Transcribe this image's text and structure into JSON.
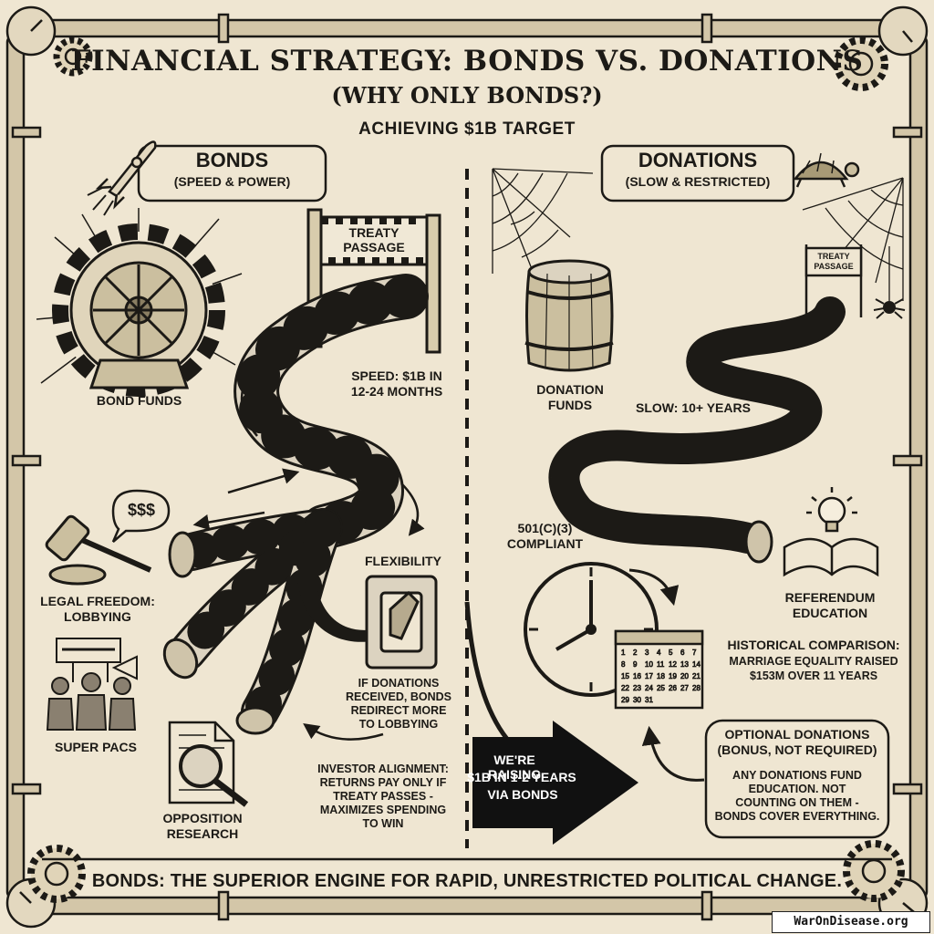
{
  "header": {
    "title": "FINANCIAL STRATEGY: BONDS VS. DONATIONS",
    "subtitle": "(WHY ONLY BONDS?)",
    "target": "ACHIEVING $1B TARGET"
  },
  "bonds": {
    "heading": "BONDS",
    "subheading": "(SPEED & POWER)",
    "treaty_sign": [
      "TREATY",
      "PASSAGE"
    ],
    "fund_label": "BOND FUNDS",
    "speed": [
      "SPEED: $1B IN",
      "12-24 MONTHS"
    ],
    "dollar_bubble": "$$$",
    "legal": [
      "LEGAL FREEDOM:",
      "LOBBYING"
    ],
    "flexibility": "FLEXIBILITY",
    "redirect": [
      "IF DONATIONS",
      "RECEIVED, BONDS",
      "REDIRECT MORE",
      "TO LOBBYING"
    ],
    "super_pacs": "SUPER PACs",
    "opposition": [
      "OPPOSITION",
      "RESEARCH"
    ],
    "investor": [
      "INVESTOR ALIGNMENT:",
      "RETURNS PAY ONLY IF",
      "TREATY PASSES -",
      "MAXIMIZES SPENDING",
      "TO WIN"
    ]
  },
  "donations": {
    "heading": "DONATIONS",
    "subheading": "(SLOW & RESTRICTED)",
    "treaty_sign": [
      "TREATY",
      "PASSAGE"
    ],
    "fund_label": [
      "DONATION",
      "FUNDS"
    ],
    "slow": "SLOW: 10+ YEARS",
    "compliant": [
      "501(c)(3)",
      "COMPLIANT"
    ],
    "referendum": [
      "REFERENDUM",
      "EDUCATION"
    ],
    "historical": [
      "HISTORICAL COMPARISON:",
      "MARRIAGE EQUALITY RAISED",
      "$153M OVER 11 YEARS"
    ],
    "optional_title": [
      "OPTIONAL DONATIONS",
      "(BONUS, NOT REQUIRED)"
    ],
    "optional_body": [
      "ANY DONATIONS FUND",
      "EDUCATION. NOT",
      "COUNTING ON THEM -",
      "BONDS COVER EVERYTHING."
    ],
    "calendar_numbers": [
      "1",
      "2",
      "3",
      "4",
      "5",
      "6",
      "7",
      "8",
      "9",
      "10",
      "11",
      "12",
      "13",
      "14",
      "15",
      "16",
      "17",
      "18",
      "19",
      "20",
      "21",
      "22",
      "23",
      "24",
      "25",
      "26",
      "27",
      "28",
      "29",
      "30",
      "31"
    ]
  },
  "center_arrow": [
    "WE'RE RAISING",
    "$1B IN 1-2 YEARS",
    "VIA BONDS"
  ],
  "footer": "BONDS: THE SUPERIOR ENGINE FOR RAPID, UNRESTRICTED POLITICAL CHANGE.",
  "credit": "WarOnDisease.org",
  "colors": {
    "paper": "#efe6d2",
    "ink": "#1c1a16",
    "pipe": "#d9d0bc",
    "frame": "#cdbf9f"
  }
}
